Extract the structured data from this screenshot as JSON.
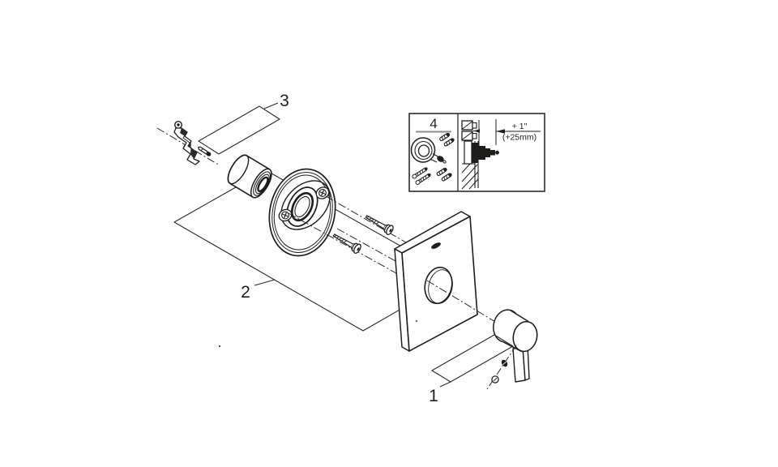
{
  "page": {
    "background": "#ffffff",
    "ink": "#1d1d1b",
    "underline_gray": "#8c8c8c"
  },
  "callouts": {
    "step1": "1",
    "step2": "2",
    "step3": "3"
  },
  "detail_box": {
    "step": "4",
    "dimension_inch": "+ 1\"",
    "dimension_mm": "(+25mm)"
  }
}
